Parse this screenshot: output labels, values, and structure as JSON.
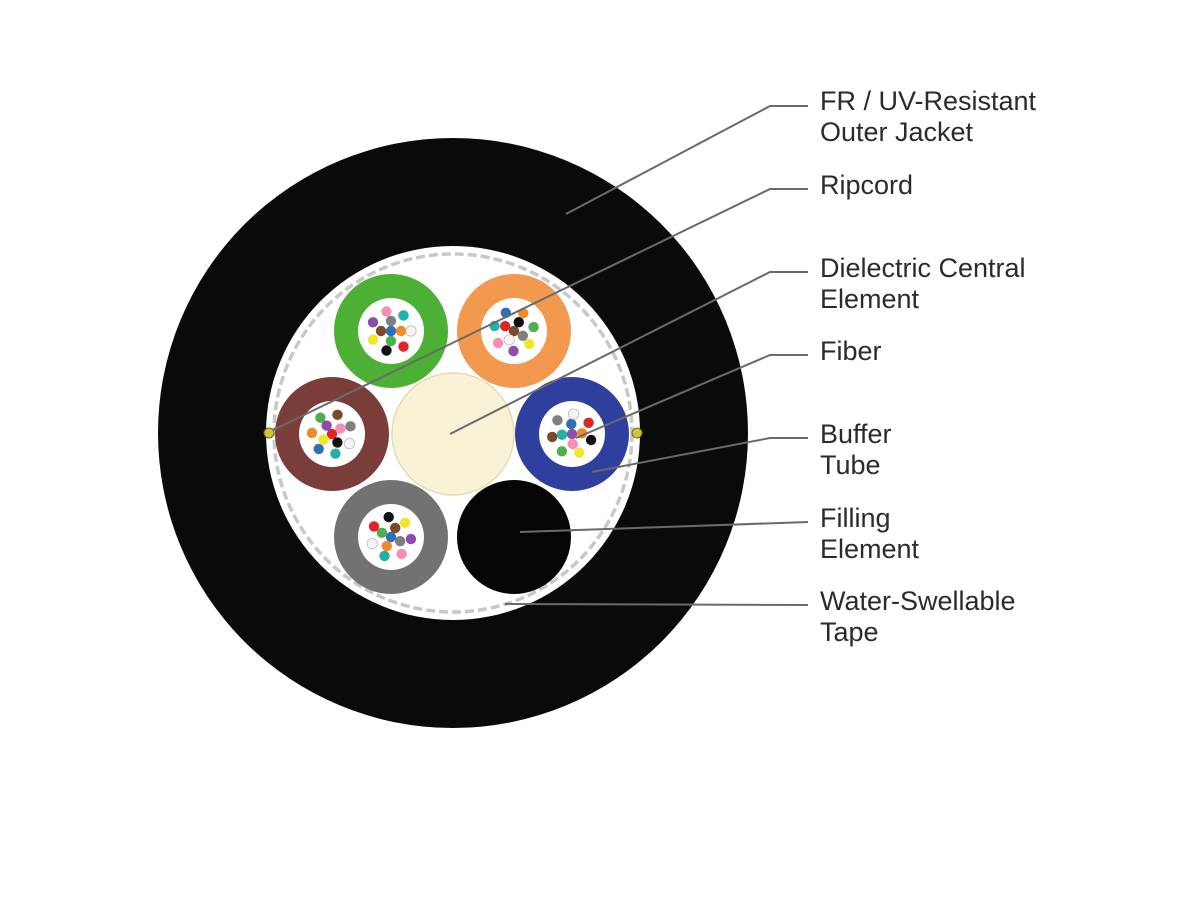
{
  "labels": {
    "outer_jacket": [
      "FR / UV-Resistant",
      "Outer Jacket"
    ],
    "ripcord": [
      "Ripcord"
    ],
    "central_element": [
      "Dielectric Central",
      "Element"
    ],
    "fiber": [
      "Fiber"
    ],
    "buffer_tube": [
      "Buffer",
      "Tube"
    ],
    "filling_element": [
      "Filling",
      "Element"
    ],
    "water_swellable_tape": [
      "Water-Swellable",
      "Tape"
    ]
  },
  "colors": {
    "jacket": "#0a0a0a",
    "core_background": "#ffffff",
    "tape": "#c8c8c8",
    "central_element": "#f8f3d6",
    "filling_element": "#050505",
    "ripcord": "#d4c23a",
    "leader_line": "#6a6a6a",
    "tubes": {
      "green": "#4cb035",
      "orange": "#f3994f",
      "brown": "#7a3d39",
      "blue": "#2f3f9e",
      "gray": "#727272"
    },
    "fibers": [
      "#2f6fb5",
      "#f08a2a",
      "#4caf50",
      "#7a4a2a",
      "#7f7f7f",
      "#f4f4f4",
      "#e02424",
      "#111111",
      "#f2e628",
      "#8e4bb0",
      "#f48fb1",
      "#20b2aa"
    ]
  }
}
